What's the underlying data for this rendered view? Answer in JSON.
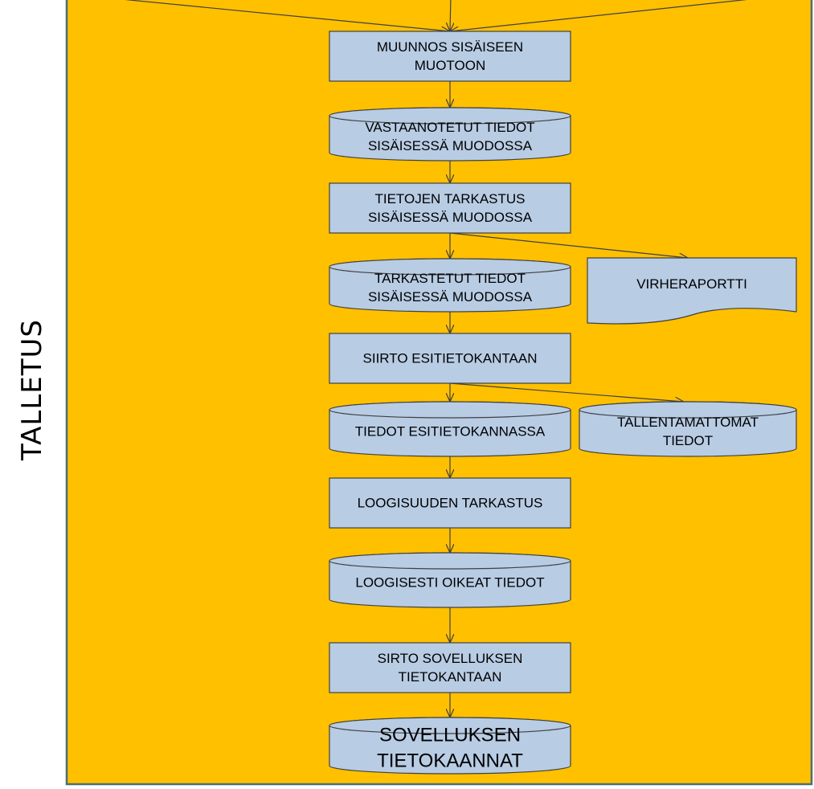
{
  "side_label": "TALLETUS",
  "colors": {
    "panel_fill": "#FFC000",
    "panel_border": "#4A6E74",
    "node_fill": "#B8CCE4",
    "node_border": "#404040",
    "arrow": "#404040",
    "text": "#000000"
  },
  "nodes": [
    {
      "id": "muunnos",
      "shape": "process",
      "lines": [
        "MUUNNOS SISÄISEEN",
        "MUOTOON"
      ]
    },
    {
      "id": "vastaanotetut",
      "shape": "storage",
      "lines": [
        "VASTAANOTETUT  TIEDOT",
        "SISÄISESSÄ MUODOSSA"
      ]
    },
    {
      "id": "tarkastus",
      "shape": "process",
      "lines": [
        "TIETOJEN  TARKASTUS",
        "SISÄISESSÄ MUODOSSA"
      ]
    },
    {
      "id": "tarkastetut",
      "shape": "storage",
      "lines": [
        "TARKASTETUT  TIEDOT",
        "SISÄISESSÄ MUODOSSA"
      ]
    },
    {
      "id": "virheraportti",
      "shape": "document",
      "lines": [
        "VIRHERAPORTTI"
      ]
    },
    {
      "id": "siirto-esi",
      "shape": "process",
      "lines": [
        "SIIRTO ESITIETOKANTAAN"
      ]
    },
    {
      "id": "tiedot-esi",
      "shape": "storage",
      "lines": [
        "TIEDOT  ESITIETOKANNASSA"
      ]
    },
    {
      "id": "tallentamattomat",
      "shape": "storage",
      "lines": [
        "TALLENTAMATTOMAT",
        "TIEDOT"
      ]
    },
    {
      "id": "loogisuus",
      "shape": "process",
      "lines": [
        "LOOGISUUDEN TARKASTUS"
      ]
    },
    {
      "id": "loogisesti",
      "shape": "storage",
      "lines": [
        "LOOGISESTI OIKEAT TIEDOT"
      ]
    },
    {
      "id": "sirto-sov",
      "shape": "process",
      "lines": [
        "SIRTO SOVELLUKSEN",
        "TIETOKANTAAN"
      ]
    },
    {
      "id": "sovelluksen",
      "shape": "storage",
      "lines": [
        "SOVELLUKSEN",
        "TIETOKAANNAT"
      ]
    }
  ],
  "edges": [
    {
      "from": "top-left",
      "to": "muunnos"
    },
    {
      "from": "top-center",
      "to": "muunnos"
    },
    {
      "from": "top-right",
      "to": "muunnos"
    },
    {
      "from": "muunnos",
      "to": "vastaanotetut"
    },
    {
      "from": "vastaanotetut",
      "to": "tarkastus"
    },
    {
      "from": "tarkastus",
      "to": "tarkastetut"
    },
    {
      "from": "tarkastus",
      "to": "virheraportti"
    },
    {
      "from": "tarkastetut",
      "to": "siirto-esi"
    },
    {
      "from": "siirto-esi",
      "to": "tiedot-esi"
    },
    {
      "from": "siirto-esi",
      "to": "tallentamattomat"
    },
    {
      "from": "tiedot-esi",
      "to": "loogisuus"
    },
    {
      "from": "loogisuus",
      "to": "loogisesti"
    },
    {
      "from": "loogisesti",
      "to": "sirto-sov"
    },
    {
      "from": "sirto-sov",
      "to": "sovelluksen"
    }
  ]
}
